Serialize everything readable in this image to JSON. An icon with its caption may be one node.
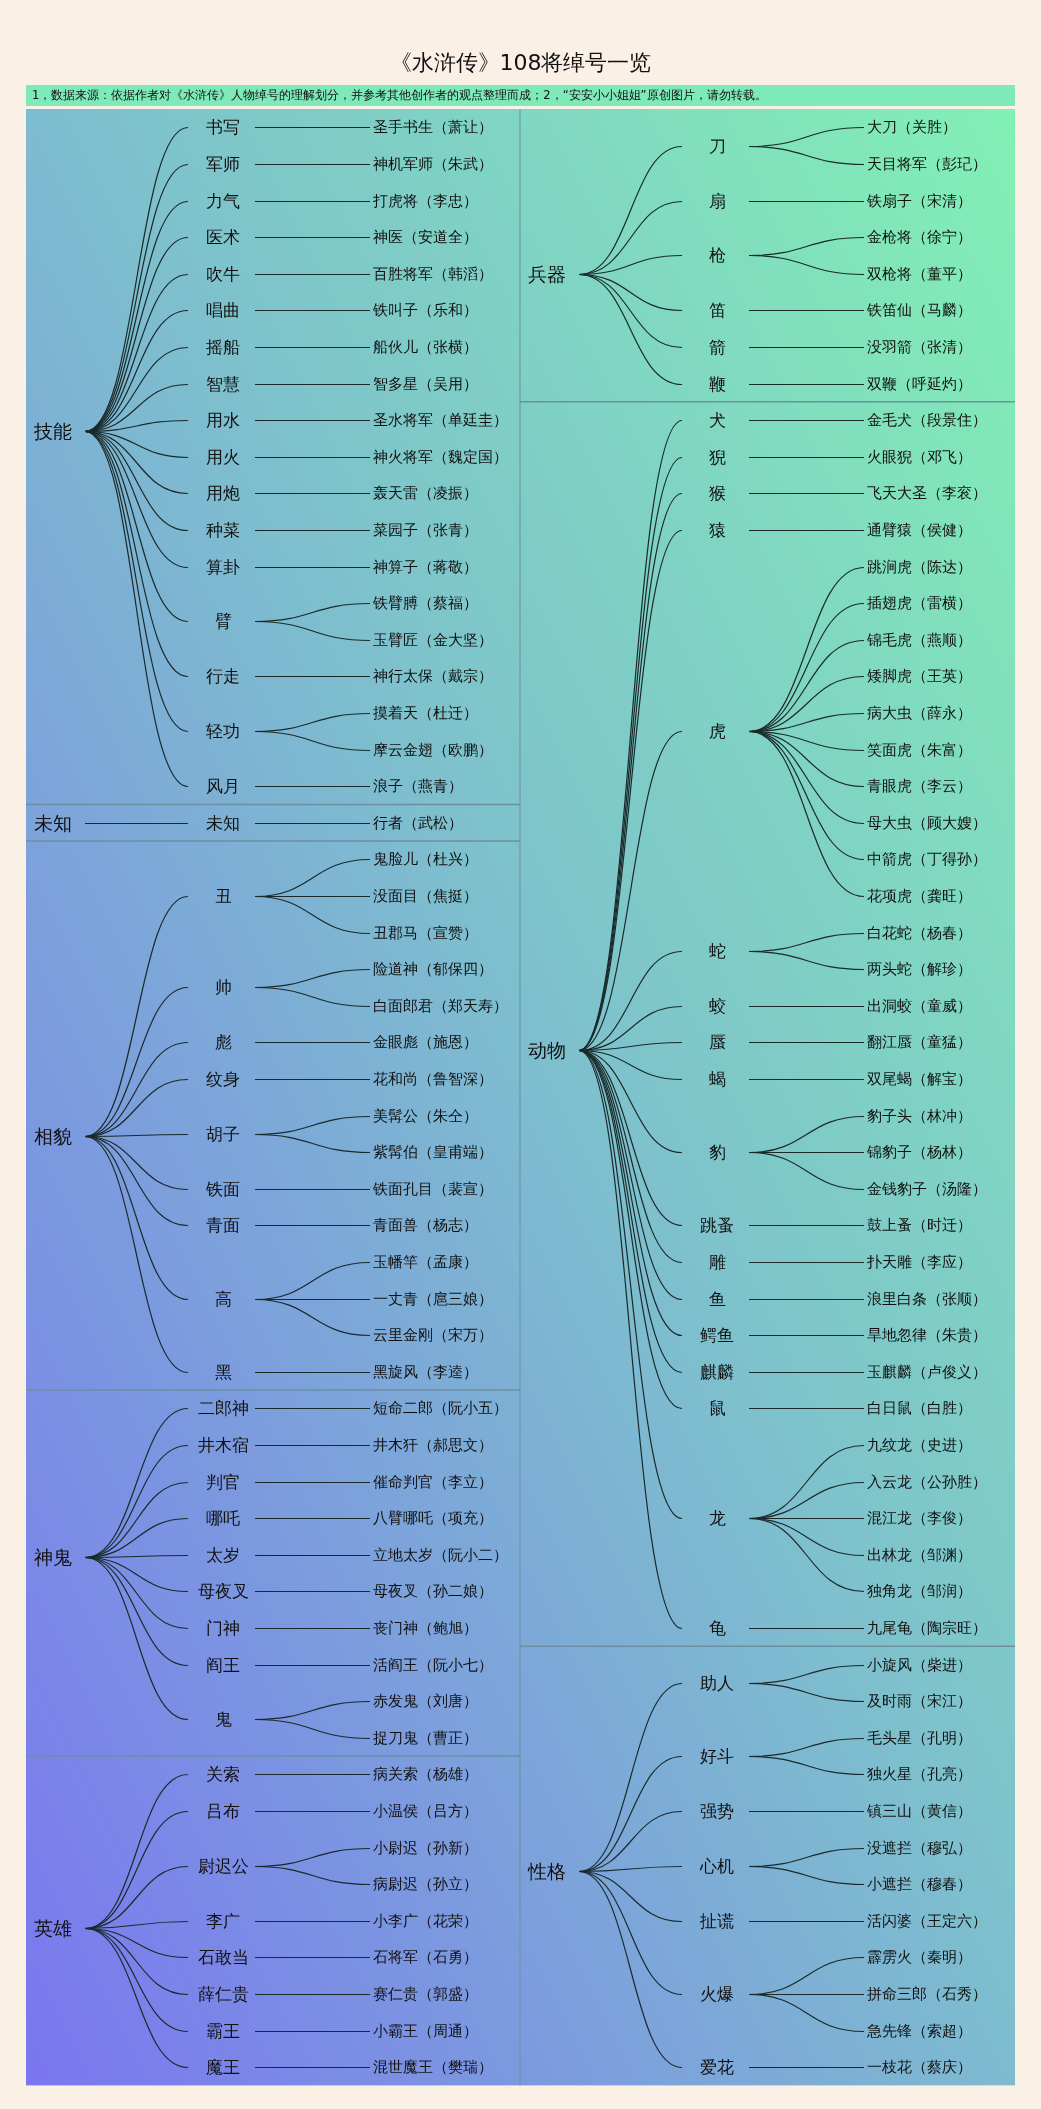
{
  "diagram": {
    "title": "《水浒传》108将绰号一览",
    "nodes": [
      {
        "text": [
          "技能"
        ]
      },
      {
        "text": [
          "书写"
        ]
      },
      {
        "text": [
          "圣手书生（萧让）"
        ]
      },
      {
        "text": [
          "军师"
        ]
      },
      {
        "text": [
          "神机军师（朱武）"
        ]
      },
      {
        "text": [
          "力气"
        ]
      },
      {
        "text": [
          "打虎将（李忠）"
        ]
      },
      {
        "text": [
          "医术"
        ]
      },
      {
        "text": [
          "神医（安道全）"
        ]
      },
      {
        "text": [
          "吹牛"
        ]
      },
      {
        "text": [
          "百胜将军（韩滔）"
        ]
      },
      {
        "text": [
          "唱曲"
        ]
      },
      {
        "text": [
          "铁叫子（乐和）"
        ]
      },
      {
        "text": [
          "摇船"
        ]
      },
      {
        "text": [
          "船伙儿（张横）"
        ]
      },
      {
        "text": [
          "智慧"
        ]
      },
      {
        "text": [
          "智多星（吴用）"
        ]
      },
      {
        "text": [
          "用水"
        ]
      },
      {
        "text": [
          "圣水将军（单廷圭）"
        ]
      },
      {
        "text": [
          "用火"
        ]
      },
      {
        "text": [
          "神火将军（魏定国）"
        ]
      },
      {
        "text": [
          "用炮"
        ]
      },
      {
        "text": [
          "轰天雷（凌振）"
        ]
      },
      {
        "text": [
          "种菜"
        ]
      },
      {
        "text": [
          "菜园子（张青）"
        ]
      },
      {
        "text": [
          "算卦"
        ]
      },
      {
        "text": [
          "神算子（蒋敬）"
        ]
      },
      {
        "text": [
          "臂"
        ]
      },
      {
        "text": [
          "铁臂膊（蔡福）"
        ]
      },
      {
        "text": [
          "玉臂匠（金大坚）"
        ]
      },
      {
        "text": [
          "行走"
        ]
      },
      {
        "text": [
          "神行太保（戴宗）"
        ]
      },
      {
        "text": [
          "轻功"
        ]
      },
      {
        "text": [
          "摸着天（杜迁）"
        ]
      },
      {
        "text": [
          "摩云金翅（欧鹏）"
        ]
      },
      {
        "text": [
          "风月"
        ]
      },
      {
        "text": [
          "浪子（燕青）"
        ]
      },
      {
        "text": [
          "未知"
        ]
      },
      {
        "text": [
          "未知"
        ]
      },
      {
        "text": [
          "行者（武松）"
        ]
      },
      {
        "text": [
          "相貌"
        ]
      },
      {
        "text": [
          "丑"
        ]
      },
      {
        "text": [
          "鬼脸儿（杜兴）"
        ]
      },
      {
        "text": [
          "没面目（焦挺）"
        ]
      },
      {
        "text": [
          "丑郡马（宣赞）"
        ]
      },
      {
        "text": [
          "帅"
        ]
      },
      {
        "text": [
          "险道神（郁保四）"
        ]
      },
      {
        "text": [
          "白面郎君（郑天寿）"
        ]
      },
      {
        "text": [
          "彪"
        ]
      },
      {
        "text": [
          "金眼彪（施恩）"
        ]
      },
      {
        "text": [
          "纹身"
        ]
      },
      {
        "text": [
          "花和尚（鲁智深）"
        ]
      },
      {
        "text": [
          "胡子"
        ]
      },
      {
        "text": [
          "美髯公（朱仝）"
        ]
      },
      {
        "text": [
          "紫髯伯（皇甫端）"
        ]
      },
      {
        "text": [
          "铁面"
        ]
      },
      {
        "text": [
          "铁面孔目（裴宣）"
        ]
      },
      {
        "text": [
          "青面"
        ]
      },
      {
        "text": [
          "青面兽（杨志）"
        ]
      },
      {
        "text": [
          "高"
        ]
      },
      {
        "text": [
          "玉幡竿（孟康）"
        ]
      },
      {
        "text": [
          "一丈青（扈三娘）"
        ]
      },
      {
        "text": [
          "云里金刚（宋万）"
        ]
      },
      {
        "text": [
          "黑"
        ]
      },
      {
        "text": [
          "黑旋风（李逵）"
        ]
      },
      {
        "text": [
          "神鬼"
        ]
      },
      {
        "text": [
          "二郎神"
        ]
      },
      {
        "text": [
          "短命二郎（阮小五）"
        ]
      },
      {
        "text": [
          "井木宿"
        ]
      },
      {
        "text": [
          "井木犴（郝思文）"
        ]
      },
      {
        "text": [
          "判官"
        ]
      },
      {
        "text": [
          "催命判官（李立）"
        ]
      },
      {
        "text": [
          "哪吒"
        ]
      },
      {
        "text": [
          "八臂哪吒（项充）"
        ]
      },
      {
        "text": [
          "太岁"
        ]
      },
      {
        "text": [
          "立地太岁（阮小二）"
        ]
      },
      {
        "text": [
          "母夜叉"
        ]
      },
      {
        "text": [
          "母夜叉（孙二娘）"
        ]
      },
      {
        "text": [
          "门神"
        ]
      },
      {
        "text": [
          "丧门神（鲍旭）"
        ]
      },
      {
        "text": [
          "阎王"
        ]
      },
      {
        "text": [
          "活阎王（阮小七）"
        ]
      },
      {
        "text": [
          "鬼"
        ]
      },
      {
        "text": [
          "赤发鬼（刘唐）"
        ]
      },
      {
        "text": [
          "捉刀鬼（曹正）"
        ]
      },
      {
        "text": [
          "英雄"
        ]
      },
      {
        "text": [
          "关索"
        ]
      },
      {
        "text": [
          "病关索（杨雄）"
        ]
      },
      {
        "text": [
          "吕布"
        ]
      },
      {
        "text": [
          "小温侯（吕方）"
        ]
      },
      {
        "text": [
          "尉迟公"
        ]
      },
      {
        "text": [
          "小尉迟（孙新）"
        ]
      },
      {
        "text": [
          "病尉迟（孙立）"
        ]
      },
      {
        "text": [
          "李广"
        ]
      },
      {
        "text": [
          "小李广（花荣）"
        ]
      },
      {
        "text": [
          "石敢当"
        ]
      },
      {
        "text": [
          "石将军（石勇）"
        ]
      },
      {
        "text": [
          "薛仁贵"
        ]
      },
      {
        "text": [
          "赛仁贵（郭盛）"
        ]
      },
      {
        "text": [
          "霸王"
        ]
      },
      {
        "text": [
          "小霸王（周通）"
        ]
      },
      {
        "text": [
          "魔王"
        ]
      },
      {
        "text": [
          "混世魔王（樊瑞）"
        ]
      },
      {
        "text": [
          "兵器"
        ]
      },
      {
        "text": [
          "刀"
        ]
      },
      {
        "text": [
          "大刀（关胜）"
        ]
      },
      {
        "text": [
          "天目将军（彭玘）"
        ]
      },
      {
        "text": [
          "扇"
        ]
      },
      {
        "text": [
          "铁扇子（宋清）"
        ]
      },
      {
        "text": [
          "枪"
        ]
      },
      {
        "text": [
          "金枪将（徐宁）"
        ]
      },
      {
        "text": [
          "双枪将（董平）"
        ]
      },
      {
        "text": [
          "笛"
        ]
      },
      {
        "text": [
          "铁笛仙（马麟）"
        ]
      },
      {
        "text": [
          "箭"
        ]
      },
      {
        "text": [
          "没羽箭（张清）"
        ]
      },
      {
        "text": [
          "鞭"
        ]
      },
      {
        "text": [
          "双鞭（呼延灼）"
        ]
      },
      {
        "text": [
          "动物"
        ]
      },
      {
        "text": [
          "犬"
        ]
      },
      {
        "text": [
          "金毛犬（段景住）"
        ]
      },
      {
        "text": [
          "猊"
        ]
      },
      {
        "text": [
          "火眼猊（邓飞）"
        ]
      },
      {
        "text": [
          "猴"
        ]
      },
      {
        "text": [
          "飞天大圣（李衮）"
        ]
      },
      {
        "text": [
          "猿"
        ]
      },
      {
        "text": [
          "通臂猿（侯健）"
        ]
      },
      {
        "text": [
          "虎"
        ]
      },
      {
        "text": [
          "跳涧虎（陈达）"
        ]
      },
      {
        "text": [
          "插翅虎（雷横）"
        ]
      },
      {
        "text": [
          "锦毛虎（燕顺）"
        ]
      },
      {
        "text": [
          "矮脚虎（王英）"
        ]
      },
      {
        "text": [
          "病大虫（薛永）"
        ]
      },
      {
        "text": [
          "笑面虎（朱富）"
        ]
      },
      {
        "text": [
          "青眼虎（李云）"
        ]
      },
      {
        "text": [
          "母大虫（顾大嫂）"
        ]
      },
      {
        "text": [
          "中箭虎（丁得孙）"
        ]
      },
      {
        "text": [
          "花项虎（龚旺）"
        ]
      },
      {
        "text": [
          "蛇"
        ]
      },
      {
        "text": [
          "白花蛇（杨春）"
        ]
      },
      {
        "text": [
          "两头蛇（解珍）"
        ]
      },
      {
        "text": [
          "蛟"
        ]
      },
      {
        "text": [
          "出洞蛟（童威）"
        ]
      },
      {
        "text": [
          "蜃"
        ]
      },
      {
        "text": [
          "翻江蜃（童猛）"
        ]
      },
      {
        "text": [
          "蝎"
        ]
      },
      {
        "text": [
          "双尾蝎（解宝）"
        ]
      },
      {
        "text": [
          "豹"
        ]
      },
      {
        "text": [
          "豹子头（林冲）"
        ]
      },
      {
        "text": [
          "锦豹子（杨林）"
        ]
      },
      {
        "text": [
          "金钱豹子（汤隆）"
        ]
      },
      {
        "text": [
          "跳蚤"
        ]
      },
      {
        "text": [
          "鼓上蚤（时迁）"
        ]
      },
      {
        "text": [
          "雕"
        ]
      },
      {
        "text": [
          "扑天雕（李应）"
        ]
      },
      {
        "text": [
          "鱼"
        ]
      },
      {
        "text": [
          "浪里白条（张顺）"
        ]
      },
      {
        "text": [
          "鳄鱼"
        ]
      },
      {
        "text": [
          "旱地忽律（朱贵）"
        ]
      },
      {
        "text": [
          "麒麟"
        ]
      },
      {
        "text": [
          "玉麒麟（卢俊义）"
        ]
      },
      {
        "text": [
          "鼠"
        ]
      },
      {
        "text": [
          "白日鼠（白胜）"
        ]
      },
      {
        "text": [
          "龙"
        ]
      },
      {
        "text": [
          "九纹龙（史进）"
        ]
      },
      {
        "text": [
          "入云龙（公孙胜）"
        ]
      },
      {
        "text": [
          "混江龙（李俊）"
        ]
      },
      {
        "text": [
          "出林龙（邹渊）"
        ]
      },
      {
        "text": [
          "独角龙（邹润）"
        ]
      },
      {
        "text": [
          "龟"
        ]
      },
      {
        "text": [
          "九尾龟（陶宗旺）"
        ]
      },
      {
        "text": [
          "性格"
        ]
      },
      {
        "text": [
          "助人"
        ]
      },
      {
        "text": [
          "小旋风（柴进）"
        ]
      },
      {
        "text": [
          "及时雨（宋江）"
        ]
      },
      {
        "text": [
          "好斗"
        ]
      },
      {
        "text": [
          "毛头星（孔明）"
        ]
      },
      {
        "text": [
          "独火星（孔亮）"
        ]
      },
      {
        "text": [
          "强势"
        ]
      },
      {
        "text": [
          "镇三山（黄信）"
        ]
      },
      {
        "text": [
          "心机"
        ]
      },
      {
        "text": [
          "没遮拦（穆弘）"
        ]
      },
      {
        "text": [
          "小遮拦（穆春）"
        ]
      },
      {
        "text": [
          "扯谎"
        ]
      },
      {
        "text": [
          "活闪婆（王定六）"
        ]
      },
      {
        "text": [
          "火爆"
        ]
      },
      {
        "text": [
          "霹雳火（秦明）"
        ]
      },
      {
        "text": [
          "拼命三郎（石秀）"
        ]
      },
      {
        "text": [
          "急先锋（索超）"
        ]
      },
      {
        "text": [
          "爱花"
        ]
      },
      {
        "text": [
          "一枝花（蔡庆）"
        ]
      }
    ],
    "edges": [
      {
        "from": 0,
        "to": 1,
        "arrow": "none"
      },
      {
        "from": 1,
        "to": 2,
        "arrow": "none"
      },
      {
        "from": 0,
        "to": 3,
        "arrow": "none"
      },
      {
        "from": 3,
        "to": 4,
        "arrow": "none"
      },
      {
        "from": 0,
        "to": 5,
        "arrow": "none"
      },
      {
        "from": 5,
        "to": 6,
        "arrow": "none"
      },
      {
        "from": 0,
        "to": 7,
        "arrow": "none"
      },
      {
        "from": 7,
        "to": 8,
        "arrow": "none"
      },
      {
        "from": 0,
        "to": 9,
        "arrow": "none"
      },
      {
        "from": 9,
        "to": 10,
        "arrow": "none"
      },
      {
        "from": 0,
        "to": 11,
        "arrow": "none"
      },
      {
        "from": 11,
        "to": 12,
        "arrow": "none"
      },
      {
        "from": 0,
        "to": 13,
        "arrow": "none"
      },
      {
        "from": 13,
        "to": 14,
        "arrow": "none"
      },
      {
        "from": 0,
        "to": 15,
        "arrow": "none"
      },
      {
        "from": 15,
        "to": 16,
        "arrow": "none"
      },
      {
        "from": 0,
        "to": 17,
        "arrow": "none"
      },
      {
        "from": 17,
        "to": 18,
        "arrow": "none"
      },
      {
        "from": 0,
        "to": 19,
        "arrow": "none"
      },
      {
        "from": 19,
        "to": 20,
        "arrow": "none"
      },
      {
        "from": 0,
        "to": 21,
        "arrow": "none"
      },
      {
        "from": 21,
        "to": 22,
        "arrow": "none"
      },
      {
        "from": 0,
        "to": 23,
        "arrow": "none"
      },
      {
        "from": 23,
        "to": 24,
        "arrow": "none"
      },
      {
        "from": 0,
        "to": 25,
        "arrow": "none"
      },
      {
        "from": 25,
        "to": 26,
        "arrow": "none"
      },
      {
        "from": 0,
        "to": 27,
        "arrow": "none"
      },
      {
        "from": 27,
        "to": 28,
        "arrow": "none"
      },
      {
        "from": 27,
        "to": 29,
        "arrow": "none"
      },
      {
        "from": 0,
        "to": 30,
        "arrow": "none"
      },
      {
        "from": 30,
        "to": 31,
        "arrow": "none"
      },
      {
        "from": 0,
        "to": 32,
        "arrow": "none"
      },
      {
        "from": 32,
        "to": 33,
        "arrow": "none"
      },
      {
        "from": 32,
        "to": 34,
        "arrow": "none"
      },
      {
        "from": 0,
        "to": 35,
        "arrow": "none"
      },
      {
        "from": 35,
        "to": 36,
        "arrow": "none"
      },
      {
        "from": 37,
        "to": 38,
        "arrow": "none"
      },
      {
        "from": 38,
        "to": 39,
        "arrow": "none"
      },
      {
        "from": 40,
        "to": 41,
        "arrow": "none"
      },
      {
        "from": 41,
        "to": 42,
        "arrow": "none"
      },
      {
        "from": 41,
        "to": 43,
        "arrow": "none"
      },
      {
        "from": 41,
        "to": 44,
        "arrow": "none"
      },
      {
        "from": 40,
        "to": 45,
        "arrow": "none"
      },
      {
        "from": 45,
        "to": 46,
        "arrow": "none"
      },
      {
        "from": 45,
        "to": 47,
        "arrow": "none"
      },
      {
        "from": 40,
        "to": 48,
        "arrow": "none"
      },
      {
        "from": 48,
        "to": 49,
        "arrow": "none"
      },
      {
        "from": 40,
        "to": 50,
        "arrow": "none"
      },
      {
        "from": 50,
        "to": 51,
        "arrow": "none"
      },
      {
        "from": 40,
        "to": 52,
        "arrow": "none"
      },
      {
        "from": 52,
        "to": 53,
        "arrow": "none"
      },
      {
        "from": 52,
        "to": 54,
        "arrow": "none"
      },
      {
        "from": 40,
        "to": 55,
        "arrow": "none"
      },
      {
        "from": 55,
        "to": 56,
        "arrow": "none"
      },
      {
        "from": 40,
        "to": 57,
        "arrow": "none"
      },
      {
        "from": 57,
        "to": 58,
        "arrow": "none"
      },
      {
        "from": 40,
        "to": 59,
        "arrow": "none"
      },
      {
        "from": 59,
        "to": 60,
        "arrow": "none"
      },
      {
        "from": 59,
        "to": 61,
        "arrow": "none"
      },
      {
        "from": 59,
        "to": 62,
        "arrow": "none"
      },
      {
        "from": 40,
        "to": 63,
        "arrow": "none"
      },
      {
        "from": 63,
        "to": 64,
        "arrow": "none"
      },
      {
        "from": 65,
        "to": 66,
        "arrow": "none"
      },
      {
        "from": 66,
        "to": 67,
        "arrow": "none"
      },
      {
        "from": 65,
        "to": 68,
        "arrow": "none"
      },
      {
        "from": 68,
        "to": 69,
        "arrow": "none"
      },
      {
        "from": 65,
        "to": 70,
        "arrow": "none"
      },
      {
        "from": 70,
        "to": 71,
        "arrow": "none"
      },
      {
        "from": 65,
        "to": 72,
        "arrow": "none"
      },
      {
        "from": 72,
        "to": 73,
        "arrow": "none"
      },
      {
        "from": 65,
        "to": 74,
        "arrow": "none"
      },
      {
        "from": 74,
        "to": 75,
        "arrow": "none"
      },
      {
        "from": 65,
        "to": 76,
        "arrow": "none"
      },
      {
        "from": 76,
        "to": 77,
        "arrow": "none"
      },
      {
        "from": 65,
        "to": 78,
        "arrow": "none"
      },
      {
        "from": 78,
        "to": 79,
        "arrow": "none"
      },
      {
        "from": 65,
        "to": 80,
        "arrow": "none"
      },
      {
        "from": 80,
        "to": 81,
        "arrow": "none"
      },
      {
        "from": 65,
        "to": 82,
        "arrow": "none"
      },
      {
        "from": 82,
        "to": 83,
        "arrow": "none"
      },
      {
        "from": 82,
        "to": 84,
        "arrow": "none"
      },
      {
        "from": 85,
        "to": 86,
        "arrow": "none"
      },
      {
        "from": 86,
        "to": 87,
        "arrow": "none"
      },
      {
        "from": 85,
        "to": 88,
        "arrow": "none"
      },
      {
        "from": 88,
        "to": 89,
        "arrow": "none"
      },
      {
        "from": 85,
        "to": 90,
        "arrow": "none"
      },
      {
        "from": 90,
        "to": 91,
        "arrow": "none"
      },
      {
        "from": 90,
        "to": 92,
        "arrow": "none"
      },
      {
        "from": 85,
        "to": 93,
        "arrow": "none"
      },
      {
        "from": 93,
        "to": 94,
        "arrow": "none"
      },
      {
        "from": 85,
        "to": 95,
        "arrow": "none"
      },
      {
        "from": 95,
        "to": 96,
        "arrow": "none"
      },
      {
        "from": 85,
        "to": 97,
        "arrow": "none"
      },
      {
        "from": 97,
        "to": 98,
        "arrow": "none"
      },
      {
        "from": 85,
        "to": 99,
        "arrow": "none"
      },
      {
        "from": 99,
        "to": 100,
        "arrow": "none"
      },
      {
        "from": 85,
        "to": 101,
        "arrow": "none"
      },
      {
        "from": 101,
        "to": 102,
        "arrow": "none"
      },
      {
        "from": 103,
        "to": 104,
        "arrow": "none"
      },
      {
        "from": 104,
        "to": 105,
        "arrow": "none"
      },
      {
        "from": 104,
        "to": 106,
        "arrow": "none"
      },
      {
        "from": 103,
        "to": 107,
        "arrow": "none"
      },
      {
        "from": 107,
        "to": 108,
        "arrow": "none"
      },
      {
        "from": 103,
        "to": 109,
        "arrow": "none"
      },
      {
        "from": 109,
        "to": 110,
        "arrow": "none"
      },
      {
        "from": 109,
        "to": 111,
        "arrow": "none"
      },
      {
        "from": 103,
        "to": 112,
        "arrow": "none"
      },
      {
        "from": 112,
        "to": 113,
        "arrow": "none"
      },
      {
        "from": 103,
        "to": 114,
        "arrow": "none"
      },
      {
        "from": 114,
        "to": 115,
        "arrow": "none"
      },
      {
        "from": 103,
        "to": 116,
        "arrow": "none"
      },
      {
        "from": 116,
        "to": 117,
        "arrow": "none"
      },
      {
        "from": 118,
        "to": 119,
        "arrow": "none"
      },
      {
        "from": 119,
        "to": 120,
        "arrow": "none"
      },
      {
        "from": 118,
        "to": 121,
        "arrow": "none"
      },
      {
        "from": 121,
        "to": 122,
        "arrow": "none"
      },
      {
        "from": 118,
        "to": 123,
        "arrow": "none"
      },
      {
        "from": 123,
        "to": 124,
        "arrow": "none"
      },
      {
        "from": 118,
        "to": 125,
        "arrow": "none"
      },
      {
        "from": 125,
        "to": 126,
        "arrow": "none"
      },
      {
        "from": 118,
        "to": 127,
        "arrow": "none"
      },
      {
        "from": 127,
        "to": 128,
        "arrow": "none"
      },
      {
        "from": 127,
        "to": 129,
        "arrow": "none"
      },
      {
        "from": 127,
        "to": 130,
        "arrow": "none"
      },
      {
        "from": 127,
        "to": 131,
        "arrow": "none"
      },
      {
        "from": 127,
        "to": 132,
        "arrow": "none"
      },
      {
        "from": 127,
        "to": 133,
        "arrow": "none"
      },
      {
        "from": 127,
        "to": 134,
        "arrow": "none"
      },
      {
        "from": 127,
        "to": 135,
        "arrow": "none"
      },
      {
        "from": 127,
        "to": 136,
        "arrow": "none"
      },
      {
        "from": 127,
        "to": 137,
        "arrow": "none"
      },
      {
        "from": 118,
        "to": 138,
        "arrow": "none"
      },
      {
        "from": 138,
        "to": 139,
        "arrow": "none"
      },
      {
        "from": 138,
        "to": 140,
        "arrow": "none"
      },
      {
        "from": 118,
        "to": 141,
        "arrow": "none"
      },
      {
        "from": 141,
        "to": 142,
        "arrow": "none"
      },
      {
        "from": 118,
        "to": 143,
        "arrow": "none"
      },
      {
        "from": 143,
        "to": 144,
        "arrow": "none"
      },
      {
        "from": 118,
        "to": 145,
        "arrow": "none"
      },
      {
        "from": 145,
        "to": 146,
        "arrow": "none"
      },
      {
        "from": 118,
        "to": 147,
        "arrow": "none"
      },
      {
        "from": 147,
        "to": 148,
        "arrow": "none"
      },
      {
        "from": 147,
        "to": 149,
        "arrow": "none"
      },
      {
        "from": 147,
        "to": 150,
        "arrow": "none"
      },
      {
        "from": 118,
        "to": 151,
        "arrow": "none"
      },
      {
        "from": 151,
        "to": 152,
        "arrow": "none"
      },
      {
        "from": 118,
        "to": 153,
        "arrow": "none"
      },
      {
        "from": 153,
        "to": 154,
        "arrow": "none"
      },
      {
        "from": 118,
        "to": 155,
        "arrow": "none"
      },
      {
        "from": 155,
        "to": 156,
        "arrow": "none"
      },
      {
        "from": 118,
        "to": 157,
        "arrow": "none"
      },
      {
        "from": 157,
        "to": 158,
        "arrow": "none"
      },
      {
        "from": 118,
        "to": 159,
        "arrow": "none"
      },
      {
        "from": 159,
        "to": 160,
        "arrow": "none"
      },
      {
        "from": 118,
        "to": 161,
        "arrow": "none"
      },
      {
        "from": 161,
        "to": 162,
        "arrow": "none"
      },
      {
        "from": 118,
        "to": 163,
        "arrow": "none"
      },
      {
        "from": 163,
        "to": 164,
        "arrow": "none"
      },
      {
        "from": 163,
        "to": 165,
        "arrow": "none"
      },
      {
        "from": 163,
        "to": 166,
        "arrow": "none"
      },
      {
        "from": 163,
        "to": 167,
        "arrow": "none"
      },
      {
        "from": 163,
        "to": 168,
        "arrow": "none"
      },
      {
        "from": 118,
        "to": 169,
        "arrow": "none"
      },
      {
        "from": 169,
        "to": 170,
        "arrow": "none"
      },
      {
        "from": 171,
        "to": 172,
        "arrow": "none"
      },
      {
        "from": 172,
        "to": 173,
        "arrow": "none"
      },
      {
        "from": 172,
        "to": 174,
        "arrow": "none"
      },
      {
        "from": 171,
        "to": 175,
        "arrow": "none"
      },
      {
        "from": 175,
        "to": 176,
        "arrow": "none"
      },
      {
        "from": 175,
        "to": 177,
        "arrow": "none"
      },
      {
        "from": 171,
        "to": 178,
        "arrow": "none"
      },
      {
        "from": 178,
        "to": 179,
        "arrow": "none"
      },
      {
        "from": 171,
        "to": 180,
        "arrow": "none"
      },
      {
        "from": 180,
        "to": 181,
        "arrow": "none"
      },
      {
        "from": 180,
        "to": 182,
        "arrow": "none"
      },
      {
        "from": 171,
        "to": 183,
        "arrow": "none"
      },
      {
        "from": 183,
        "to": 184,
        "arrow": "none"
      },
      {
        "from": 171,
        "to": 185,
        "arrow": "none"
      },
      {
        "from": 185,
        "to": 186,
        "arrow": "none"
      },
      {
        "from": 185,
        "to": 187,
        "arrow": "none"
      },
      {
        "from": 185,
        "to": 188,
        "arrow": "none"
      },
      {
        "from": 171,
        "to": 189,
        "arrow": "none"
      },
      {
        "from": 189,
        "to": 190,
        "arrow": "none"
      }
    ],
    "labels": [
      "1，数据来源：依据作者对《水浒传》人物绰号的理解划分，并参考其他创作者的观点整理而成；2，“安安小小姐姐”原创图片，请勿转载。"
    ]
  }
}
